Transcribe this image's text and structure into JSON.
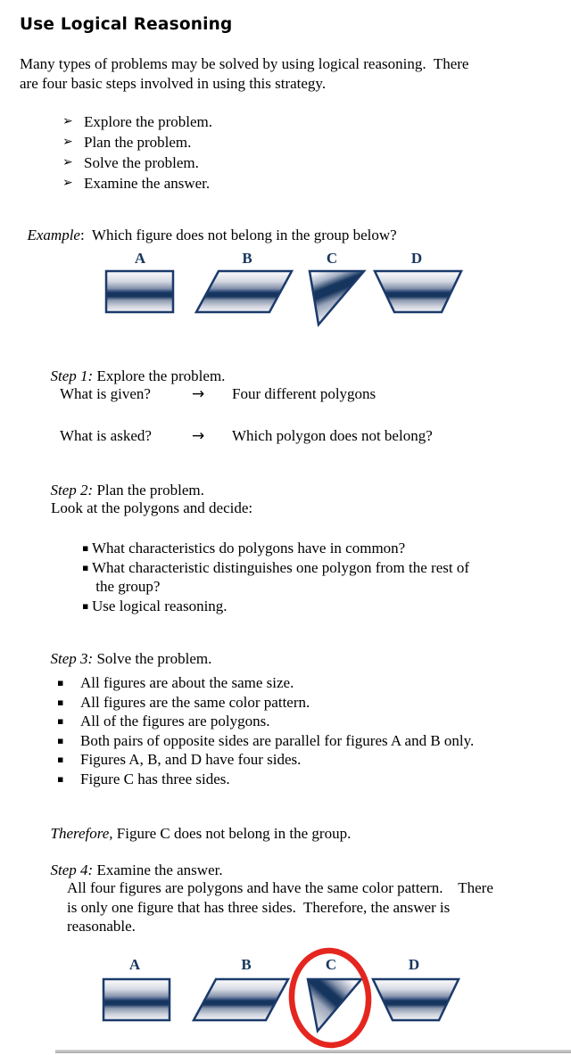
{
  "title": "Use Logical Reasoning",
  "intro": "Many types of problems may be solved by using logical reasoning.  There\nare four basic steps involved in using this strategy.",
  "glyphs": {
    "arrow_bullet": "➢",
    "square_bullet": "▪"
  },
  "strategy_list": [
    "Explore the problem.",
    "Plan the problem.",
    "Solve the problem.",
    "Examine the answer."
  ],
  "example": {
    "label": "Example",
    "rest": ":  Which figure does not belong in the group below?"
  },
  "figures": {
    "labels": [
      "A",
      "B",
      "C",
      "D"
    ]
  },
  "step1": {
    "label": "Step 1:",
    "text": " Explore the problem."
  },
  "qa": [
    {
      "question": "What is given?",
      "arrow": "→",
      "answer": "Four different polygons"
    },
    {
      "question": "What is asked?",
      "arrow": "→",
      "answer": "Which polygon does not belong?"
    }
  ],
  "step2": {
    "label": "Step 2:",
    "text": " Plan the problem.",
    "intro": "Look at the polygons and decide:",
    "bullets": [
      "What characteristics do polygons have in common?",
      "What characteristic distinguishes one polygon from the rest of\n the group?",
      "Use logical reasoning."
    ]
  },
  "step3": {
    "label": "Step 3:",
    "text": " Solve the problem.",
    "bullets": [
      "All figures are about the same size.",
      "All figures are the same color pattern.",
      "All of the figures are polygons.",
      "Both pairs of opposite sides are parallel for figures A and B only.",
      "Figures A, B, and D have four sides.",
      "Figure C has three sides."
    ]
  },
  "conclusion": {
    "label": "Therefore",
    "rest": ", Figure C does not belong in the group."
  },
  "step4": {
    "label": "Step 4:",
    "text": " Examine the answer.",
    "paragraph": "All four figures are polygons and have the same color pattern.    There\nis only one figure that has three sides.  Therefore, the answer is\nreasonable."
  },
  "colors": {
    "navy": "#17365d",
    "shape_border": "#1b3a6b",
    "red_circle": "#e5261f"
  }
}
